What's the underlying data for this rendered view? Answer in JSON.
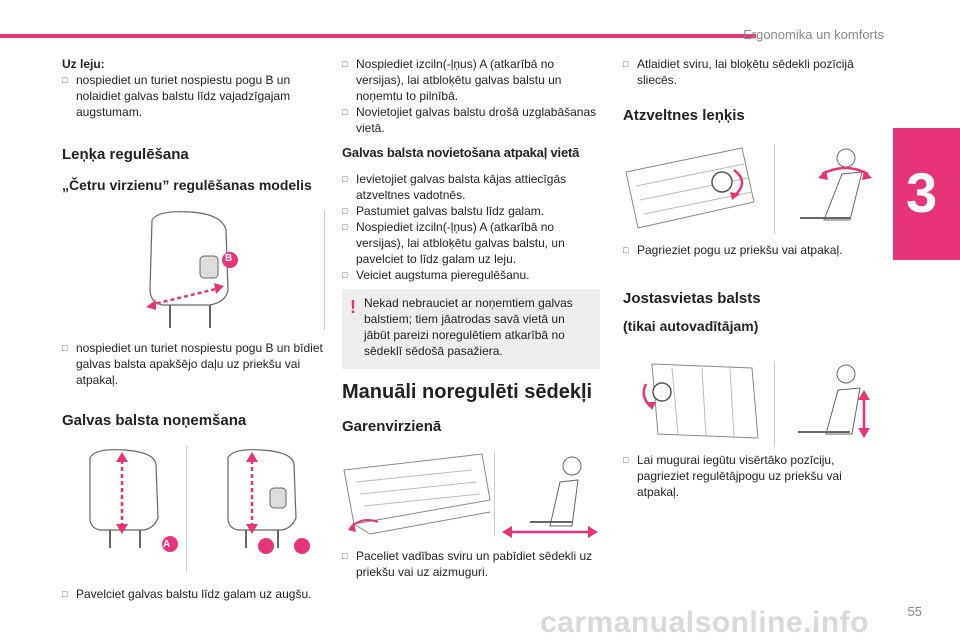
{
  "header": {
    "section_title": "Ergonomika un komforts",
    "chapter": "3",
    "page_number": "55"
  },
  "col1": {
    "subhead": "Uz leju:",
    "b1": "nospiediet un turiet nospiestu pogu B un nolaidiet galvas balstu līdz vajadzīgajam augstumam.",
    "h_angle": "Leņķa regulēšana",
    "h_four": "„Četru virzienu” regulēšanas modelis",
    "b2": "nospiediet un turiet nospiestu pogu B un bīdiet galvas balsta apakšējo daļu uz priekšu vai atpakaļ.",
    "h_remove": "Galvas balsta noņemšana",
    "b3": "Pavelciet galvas balstu līdz galam uz augšu.",
    "label_B": "B",
    "label_A": "A"
  },
  "col2": {
    "b1": "Nospiediet izciln(-ļņus) A (atkarībā no versijas), lai atbloķētu galvas balstu un noņemtu to pilnībā.",
    "b2": "Novietojiet galvas balstu drošā uzglabāšanas vietā.",
    "h_back": "Galvas balsta novietošana atpakaļ vietā",
    "b3": "Ievietojiet galvas balsta kājas attiecīgās atzveltnes vadotnēs.",
    "b4": "Pastumiet galvas balstu līdz galam.",
    "b5": "Nospiediet izciln(-ļņus) A (atkarībā no versijas), lai atbloķētu galvas balstu, un pavelciet to līdz galam uz leju.",
    "b6": "Veiciet augstuma pieregulēšanu.",
    "warning": "Nekad nebrauciet ar noņemtiem galvas balstiem; tiem jāatrodas savā vietā un jābūt pareizi noregulētiem atkarībā no sēdeklī sēdošā pasažiera.",
    "h_manual": "Manuāli noregulēti sēdekļi",
    "h_long": "Garenvirzienā",
    "b7": "Paceliet vadības sviru un pabīdiet sēdekli uz priekšu vai uz aizmuguri."
  },
  "col3": {
    "b1": "Atlaidiet sviru, lai bloķētu sēdekli pozīcijā sliecēs.",
    "h_recline": "Atzveltnes leņķis",
    "b2": "Pagrieziet pogu uz priekšu vai atpakaļ.",
    "h_lumbar": "Jostasvietas balsts",
    "h_driver": "(tikai autovadītājam)",
    "b3": "Lai mugurai iegūtu visērtāko pozīciju, pagrieziet regulētājpogu uz priekšu vai atpakaļ."
  },
  "colors": {
    "accent": "#e6337a",
    "arrow": "#e6337a"
  },
  "watermark": "carmanualsonline.info"
}
